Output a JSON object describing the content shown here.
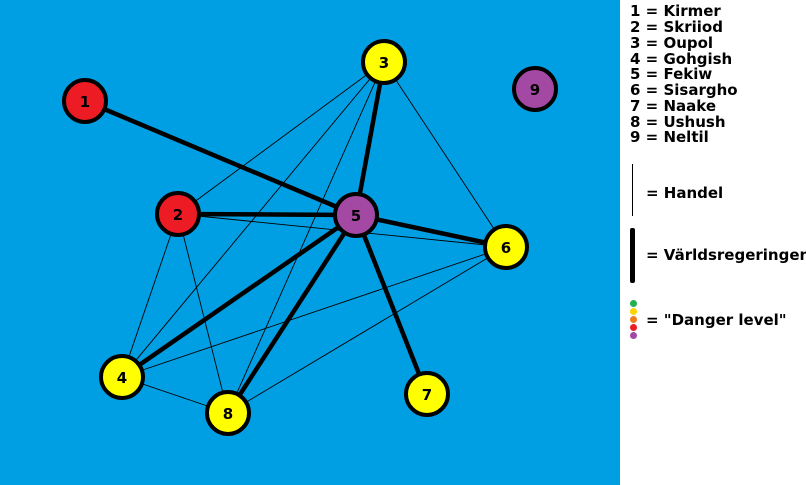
{
  "colors": {
    "background": "#009fe3",
    "edge": "#000000",
    "node_border": "#000000",
    "danger_levels": [
      "#22b14c",
      "#ffd400",
      "#ee7c1b",
      "#ed1c24",
      "#a349a4"
    ]
  },
  "nodes": [
    {
      "id": 1,
      "label": "1",
      "name": "Kirmer",
      "fill": "#ed1c24",
      "icon": "filled-circle-node"
    },
    {
      "id": 2,
      "label": "2",
      "name": "Skriiod",
      "fill": "#ed1c24",
      "icon": "filled-circle-node"
    },
    {
      "id": 3,
      "label": "3",
      "name": "Oupol",
      "fill": "#ffff00",
      "icon": "filled-circle-node"
    },
    {
      "id": 4,
      "label": "4",
      "name": "Gohgish",
      "fill": "#ffff00",
      "icon": "filled-circle-node"
    },
    {
      "id": 5,
      "label": "5",
      "name": "Fekiw",
      "fill": "#a349a4",
      "icon": "filled-circle-node"
    },
    {
      "id": 6,
      "label": "6",
      "name": "Sisargho",
      "fill": "#ffff00",
      "icon": "filled-circle-node"
    },
    {
      "id": 7,
      "label": "7",
      "name": "Naake",
      "fill": "#ffff00",
      "icon": "filled-circle-node"
    },
    {
      "id": 8,
      "label": "8",
      "name": "Ushush",
      "fill": "#ffff00",
      "icon": "filled-circle-node"
    },
    {
      "id": 9,
      "label": "9",
      "name": "Neltil",
      "fill": "#a349a4",
      "icon": "filled-circle-node"
    }
  ],
  "edges": [
    {
      "from": 1,
      "to": 5,
      "type": "varldsregeringen"
    },
    {
      "from": 2,
      "to": 5,
      "type": "varldsregeringen"
    },
    {
      "from": 3,
      "to": 5,
      "type": "varldsregeringen"
    },
    {
      "from": 5,
      "to": 6,
      "type": "varldsregeringen"
    },
    {
      "from": 5,
      "to": 7,
      "type": "varldsregeringen"
    },
    {
      "from": 5,
      "to": 4,
      "type": "varldsregeringen"
    },
    {
      "from": 5,
      "to": 8,
      "type": "varldsregeringen"
    },
    {
      "from": 3,
      "to": 2,
      "type": "handel"
    },
    {
      "from": 3,
      "to": 6,
      "type": "handel"
    },
    {
      "from": 3,
      "to": 4,
      "type": "handel"
    },
    {
      "from": 3,
      "to": 8,
      "type": "handel"
    },
    {
      "from": 2,
      "to": 4,
      "type": "handel"
    },
    {
      "from": 2,
      "to": 8,
      "type": "handel"
    },
    {
      "from": 2,
      "to": 6,
      "type": "handel"
    },
    {
      "from": 4,
      "to": 8,
      "type": "handel"
    },
    {
      "from": 4,
      "to": 6,
      "type": "handel"
    },
    {
      "from": 8,
      "to": 6,
      "type": "handel"
    }
  ],
  "legend": {
    "names": [
      "1 = Kirmer",
      "2 = Skriiod",
      "3 = Oupol",
      "4 = Gohgish",
      "5 = Fekiw",
      "6 = Sisargho",
      "7 = Naake",
      "8 = Ushush",
      "9 = Neltil"
    ],
    "thin_line_label": "= Handel",
    "thick_line_label": "= Världsregeringen",
    "danger_label": "= \"Danger level\""
  }
}
